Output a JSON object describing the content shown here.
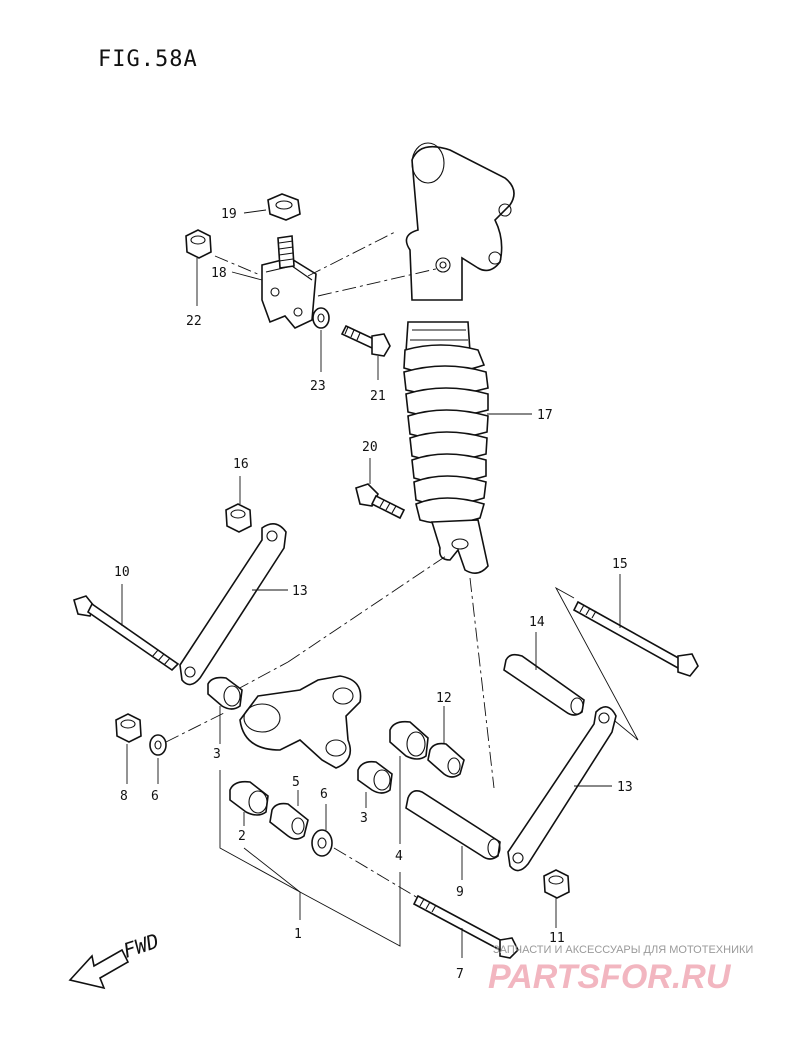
{
  "figure": {
    "title": "FIG.58A"
  },
  "direction": {
    "label": "FWD"
  },
  "watermark": {
    "caption": "ЗАПЧАСТИ И АКСЕССУАРЫ ДЛЯ МОТОТЕХНИКИ",
    "brand": "PARTSFOR.RU"
  },
  "callouts": {
    "p1": "1",
    "p2": "2",
    "p3a": "3",
    "p3b": "3",
    "p4": "4",
    "p5": "5",
    "p6a": "6",
    "p6b": "6",
    "p7": "7",
    "p8": "8",
    "p9": "9",
    "p10": "10",
    "p11": "11",
    "p12": "12",
    "p13a": "13",
    "p13b": "13",
    "p14": "14",
    "p15": "15",
    "p16": "16",
    "p17": "17",
    "p18": "18",
    "p19": "19",
    "p20": "20",
    "p21": "21",
    "p22": "22",
    "p23": "23"
  }
}
